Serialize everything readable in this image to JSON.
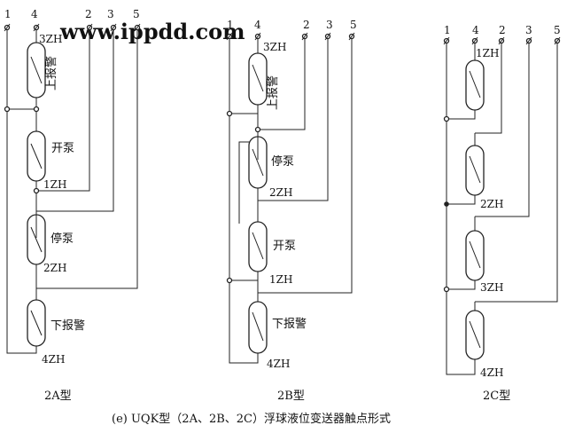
{
  "watermark": "www.ippdd.com",
  "caption": "(e) UQK型（2A、2B、2C）浮球液位变送器触点形式",
  "variants": [
    {
      "name": "2A型",
      "terminals": [
        "1",
        "4",
        "2",
        "3",
        "5"
      ],
      "switches": [
        {
          "code": "3ZH",
          "label": "上报警"
        },
        {
          "code": "1ZH",
          "label": "开泵"
        },
        {
          "code": "2ZH",
          "label": "停泵"
        },
        {
          "code": "4ZH",
          "label": "下报警"
        }
      ]
    },
    {
      "name": "2B型",
      "terminals": [
        "1",
        "4",
        "2",
        "3",
        "5"
      ],
      "switches": [
        {
          "code": "3ZH",
          "label": "上报警"
        },
        {
          "code": "2ZH",
          "label": "停泵"
        },
        {
          "code": "1ZH",
          "label": "开泵"
        },
        {
          "code": "4ZH",
          "label": "下报警"
        }
      ]
    },
    {
      "name": "2C型",
      "terminals": [
        "1",
        "4",
        "2",
        "3",
        "5"
      ],
      "switches": [
        {
          "code": "1ZH",
          "label": ""
        },
        {
          "code": "2ZH",
          "label": ""
        },
        {
          "code": "3ZH",
          "label": ""
        },
        {
          "code": "4ZH",
          "label": ""
        }
      ]
    }
  ]
}
